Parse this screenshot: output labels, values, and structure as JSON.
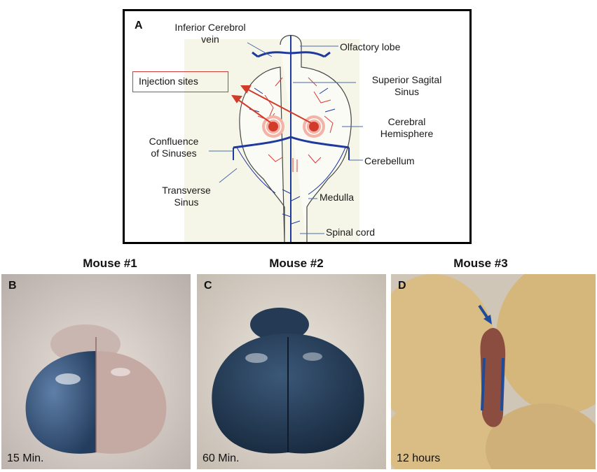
{
  "panel_a": {
    "letter": "A",
    "labels": {
      "inferior_cerebral_vein_1": "Inferior Cerebrol",
      "inferior_cerebral_vein_2": "vein",
      "olfactory_lobe": "Olfactory lobe",
      "injection_sites": "Injection sites",
      "superior_sagittal_1": "Superior Sagital",
      "superior_sagittal_2": "Sinus",
      "cerebral_hemisphere_1": "Cerebral",
      "cerebral_hemisphere_2": "Hemisphere",
      "confluence_1": "Confluence",
      "confluence_2": "of Sinuses",
      "cerebellum": "Cerebellum",
      "transverse_1": "Transverse",
      "transverse_2": "Sinus",
      "medulla": "Medulla",
      "spinal_cord": "Spinal cord"
    }
  },
  "photos": [
    {
      "letter": "B",
      "title": "Mouse #1",
      "time": "15 Min."
    },
    {
      "letter": "C",
      "title": "Mouse #2",
      "time": "60 Min."
    },
    {
      "letter": "D",
      "title": "Mouse #3",
      "time": "12 hours"
    }
  ],
  "colors": {
    "vessel_blue": "#1f3a9e",
    "vessel_red": "#d83a3a",
    "dye_blue": "#1c3650",
    "glove": "#d9bd84"
  }
}
